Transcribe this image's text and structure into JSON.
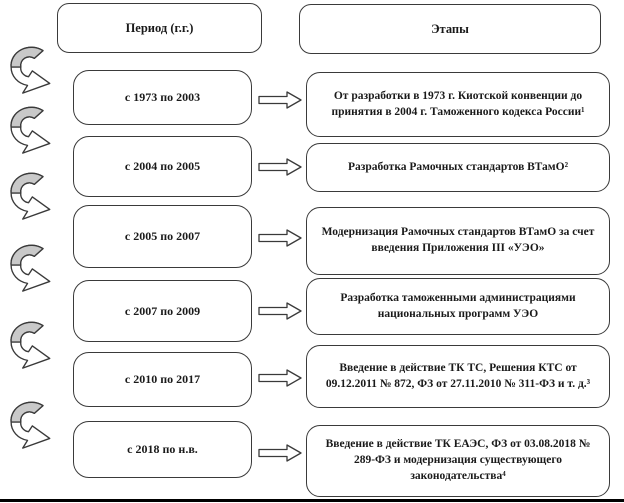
{
  "headers": {
    "period": "Период (г.г.)",
    "stages": "Этапы"
  },
  "rows": [
    {
      "period": "с 1973 по 2003",
      "stage": "От разработки в 1973 г. Киотской конвенции до принятия в 2004 г. Таможенного кодекса России¹"
    },
    {
      "period": "с 2004 по 2005",
      "stage": "Разработка Рамочных стандартов ВТамО²"
    },
    {
      "period": "с 2005 по 2007",
      "stage": "Модернизация Рамочных стандартов ВТамО за счет введения Приложения III «УЭО»"
    },
    {
      "period": "с 2007 по 2009",
      "stage": "Разработка таможенными администрациями национальных программ УЭО"
    },
    {
      "period": "с 2010 по 2017",
      "stage": "Введение в действие ТК ТС, Решения КТС от 09.12.2011 № 872, ФЗ от 27.11.2010 № 311-ФЗ и т. д.³"
    },
    {
      "period": "с 2018 по н.в.",
      "stage": "Введение в действие ТК ЕАЭС, ФЗ от 03.08.2018 № 289-ФЗ и модернизация существующего законодательства⁴"
    }
  ],
  "icons": {
    "left_rail": "cycle-arrow-icon",
    "connector": "block-right-arrow-icon"
  },
  "colors": {
    "box_border": "#3a3a3a",
    "cycle_arrow_fill": "#c9c9c9",
    "bottom_rule": "#000000",
    "background": "#ffffff"
  }
}
